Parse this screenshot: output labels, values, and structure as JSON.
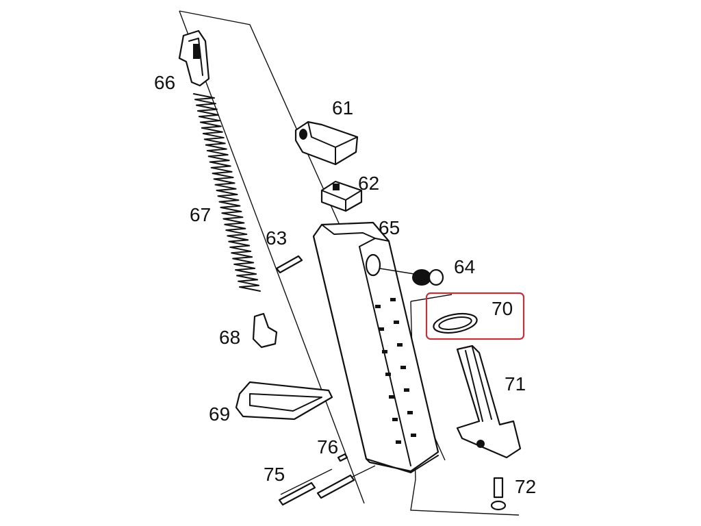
{
  "diagram": {
    "type": "exploded-parts-diagram",
    "part_labels": {
      "p61": "61",
      "p62": "62",
      "p63": "63",
      "p64": "64",
      "p65": "65",
      "p66": "66",
      "p67": "67",
      "p68": "68",
      "p69": "69",
      "p70": "70",
      "p71": "71",
      "p72": "72",
      "p75": "75",
      "p76": "76"
    },
    "highlight": {
      "part": "70",
      "color": "#c0323a"
    }
  }
}
